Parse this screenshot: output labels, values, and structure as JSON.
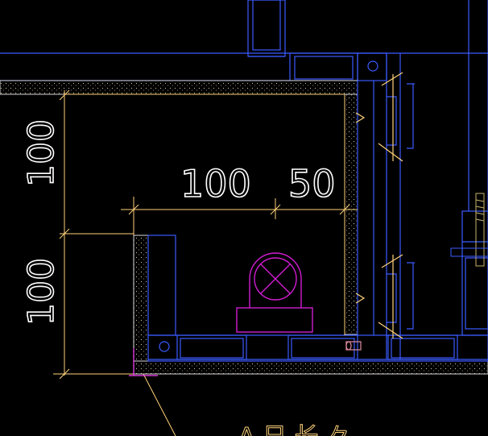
{
  "drawing": {
    "background": "#000000",
    "colors": {
      "outline_blue": "#3b5bff",
      "dimension_yellow": "#ffd27a",
      "concrete_white": "#d9d9d9",
      "fixture_magenta": "#d11cd1",
      "hatch_dots": "#e8e0a0"
    }
  },
  "dimensions": {
    "vertical_top": "100",
    "vertical_bottom": "100",
    "horizontal_left": "100",
    "horizontal_right": "50"
  },
  "partial_label": "A 日 长 々"
}
